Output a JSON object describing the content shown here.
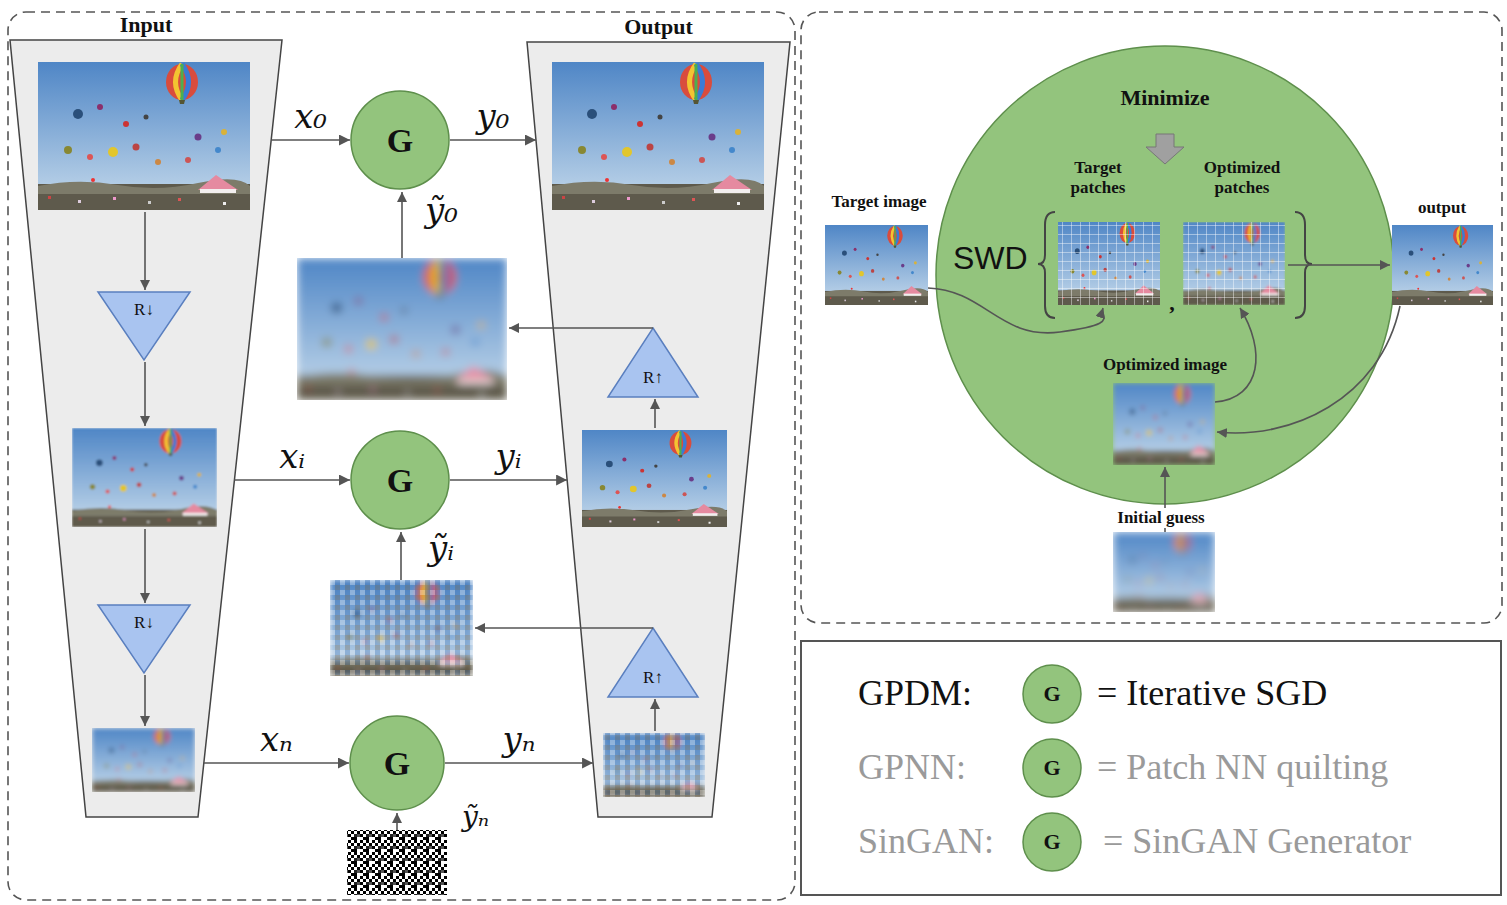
{
  "diagram": {
    "nodes": [
      {
        "text": [
          "Input"
        ]
      },
      {
        "text": [
          "R↓"
        ],
        "in": 0
      },
      {
        "text": [
          "R↓"
        ],
        "in": 0
      },
      {
        "text": [
          "G"
        ]
      },
      {
        "text": [
          "G"
        ]
      },
      {
        "text": [
          "G"
        ]
      },
      {
        "text": [
          "Output"
        ]
      },
      {
        "text": [
          "R↑"
        ],
        "in": 6
      },
      {
        "text": [
          "R↑"
        ],
        "in": 6
      },
      {
        "text": [
          "Minimize",
          "SWD",
          "Target patches",
          ",",
          "Optimized patches",
          "Optimized image"
        ]
      },
      {
        "text": [
          "G"
        ]
      },
      {
        "text": [
          "G"
        ]
      },
      {
        "text": [
          "G"
        ]
      }
    ],
    "edges": [
      {
        "from": 0,
        "to": 3,
        "arrow": "to",
        "label": "x₀"
      },
      {
        "from": 3,
        "to": 6,
        "arrow": "to",
        "label": "y₀"
      },
      {
        "from": 0,
        "to": 4,
        "arrow": "to",
        "label": "xᵢ"
      },
      {
        "from": 4,
        "to": 6,
        "arrow": "to",
        "label": "yᵢ"
      },
      {
        "from": 0,
        "to": 5,
        "arrow": "to",
        "label": "xₙ"
      },
      {
        "from": 5,
        "to": 6,
        "arrow": "to",
        "label": "yₙ"
      }
    ],
    "labels": [
      "ỹ₀",
      "ỹᵢ",
      "ỹₙ",
      "Target image",
      "Initial guess",
      "output",
      "GPDM:",
      "= Iterative SGD",
      "GPNN:",
      "= Patch NN quilting",
      "SinGAN:",
      "= SinGAN Generator"
    ]
  }
}
